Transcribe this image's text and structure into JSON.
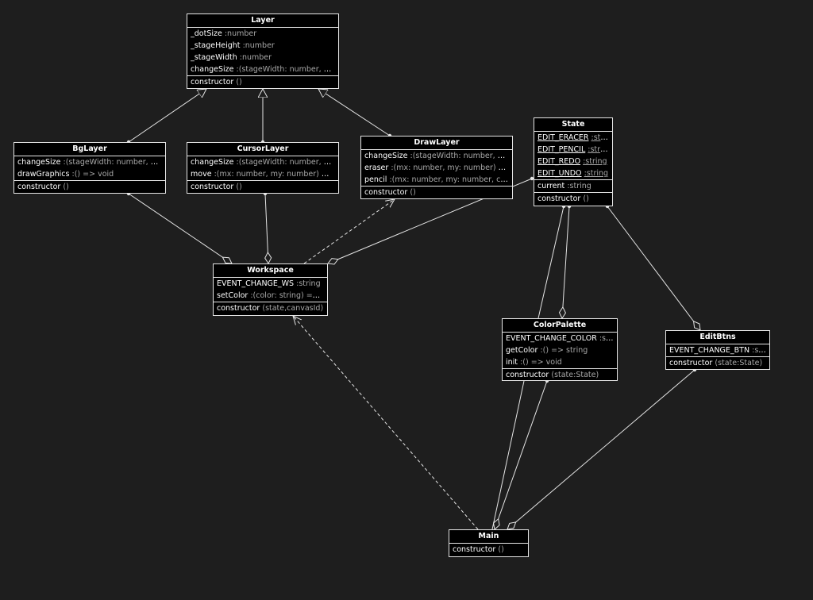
{
  "colors": {
    "background": "#1e1e1e",
    "box_fill": "#000000",
    "line": "#e6e6e6",
    "type_text": "#a8a8a8"
  },
  "classes": {
    "layer": {
      "name": "Layer",
      "attributes": [
        {
          "name": "_dotSize",
          "type": ":number"
        },
        {
          "name": "_stageHeight",
          "type": ":number"
        },
        {
          "name": "_stageWidth",
          "type": ":number"
        },
        {
          "name": "changeSize",
          "type": ":(stageWidth: number, stage..."
        }
      ],
      "methods": [
        {
          "name": "constructor",
          "type": "()"
        }
      ]
    },
    "bglayer": {
      "name": "BgLayer",
      "attributes": [
        {
          "name": "changeSize",
          "type": ":(stageWidth: number, stage..."
        },
        {
          "name": "drawGraphics",
          "type": ":() => void"
        }
      ],
      "methods": [
        {
          "name": "constructor",
          "type": "()"
        }
      ]
    },
    "cursorlayer": {
      "name": "CursorLayer",
      "attributes": [
        {
          "name": "changeSize",
          "type": ":(stageWidth: number, stage..."
        },
        {
          "name": "move",
          "type": ":(mx: number, my: number) => void"
        }
      ],
      "methods": [
        {
          "name": "constructor",
          "type": "()"
        }
      ]
    },
    "drawlayer": {
      "name": "DrawLayer",
      "attributes": [
        {
          "name": "changeSize",
          "type": ":(stageWidth: number, stage..."
        },
        {
          "name": "eraser",
          "type": ":(mx: number, my: number) => v..."
        },
        {
          "name": "pencil",
          "type": ":(mx: number, my: number, color: ..."
        }
      ],
      "methods": [
        {
          "name": "constructor",
          "type": "()"
        }
      ]
    },
    "state": {
      "name": "State",
      "static_attributes": [
        {
          "name": "EDIT_ERACER",
          "type": ":string"
        },
        {
          "name": "EDIT_PENCIL",
          "type": ":string"
        },
        {
          "name": "EDIT_REDO",
          "type": ":string"
        },
        {
          "name": "EDIT_UNDO",
          "type": ":string"
        }
      ],
      "attributes": [
        {
          "name": "current",
          "type": ":string"
        }
      ],
      "methods": [
        {
          "name": "constructor",
          "type": "()"
        }
      ]
    },
    "workspace": {
      "name": "Workspace",
      "attributes": [
        {
          "name": "EVENT_CHANGE_WS",
          "type": ":string"
        },
        {
          "name": "setColor",
          "type": ":(color: string) => void"
        }
      ],
      "methods": [
        {
          "name": "constructor",
          "type": "(state,canvasId)"
        }
      ]
    },
    "colorpalette": {
      "name": "ColorPalette",
      "attributes": [
        {
          "name": "EVENT_CHANGE_COLOR",
          "type": ":string"
        },
        {
          "name": "getColor",
          "type": ":() => string"
        },
        {
          "name": "init",
          "type": ":() => void"
        }
      ],
      "methods": [
        {
          "name": "constructor",
          "type": "(state:State)"
        }
      ]
    },
    "editbtns": {
      "name": "EditBtns",
      "attributes": [
        {
          "name": "EVENT_CHANGE_BTN",
          "type": ":string"
        }
      ],
      "methods": [
        {
          "name": "constructor",
          "type": "(state:State)"
        }
      ]
    },
    "main": {
      "name": "Main",
      "methods": [
        {
          "name": "constructor",
          "type": "()"
        }
      ]
    }
  },
  "relations": [
    {
      "type": "generalization",
      "from": "bglayer",
      "to": "layer"
    },
    {
      "type": "generalization",
      "from": "cursorlayer",
      "to": "layer"
    },
    {
      "type": "generalization",
      "from": "drawlayer",
      "to": "layer"
    },
    {
      "type": "aggregation",
      "whole": "workspace",
      "part": "bglayer"
    },
    {
      "type": "aggregation",
      "whole": "workspace",
      "part": "cursorlayer"
    },
    {
      "type": "aggregation",
      "whole": "workspace",
      "part": "state"
    },
    {
      "type": "dependency",
      "from": "workspace",
      "to": "drawlayer"
    },
    {
      "type": "aggregation",
      "whole": "colorpalette",
      "part": "state"
    },
    {
      "type": "association",
      "from": "colorpalette",
      "to": "state"
    },
    {
      "type": "aggregation",
      "whole": "editbtns",
      "part": "state"
    },
    {
      "type": "dependency",
      "from": "main",
      "to": "workspace"
    },
    {
      "type": "aggregation",
      "whole": "main",
      "part": "colorpalette"
    },
    {
      "type": "association",
      "from": "main",
      "to": "colorpalette"
    },
    {
      "type": "aggregation",
      "whole": "main",
      "part": "editbtns"
    }
  ]
}
